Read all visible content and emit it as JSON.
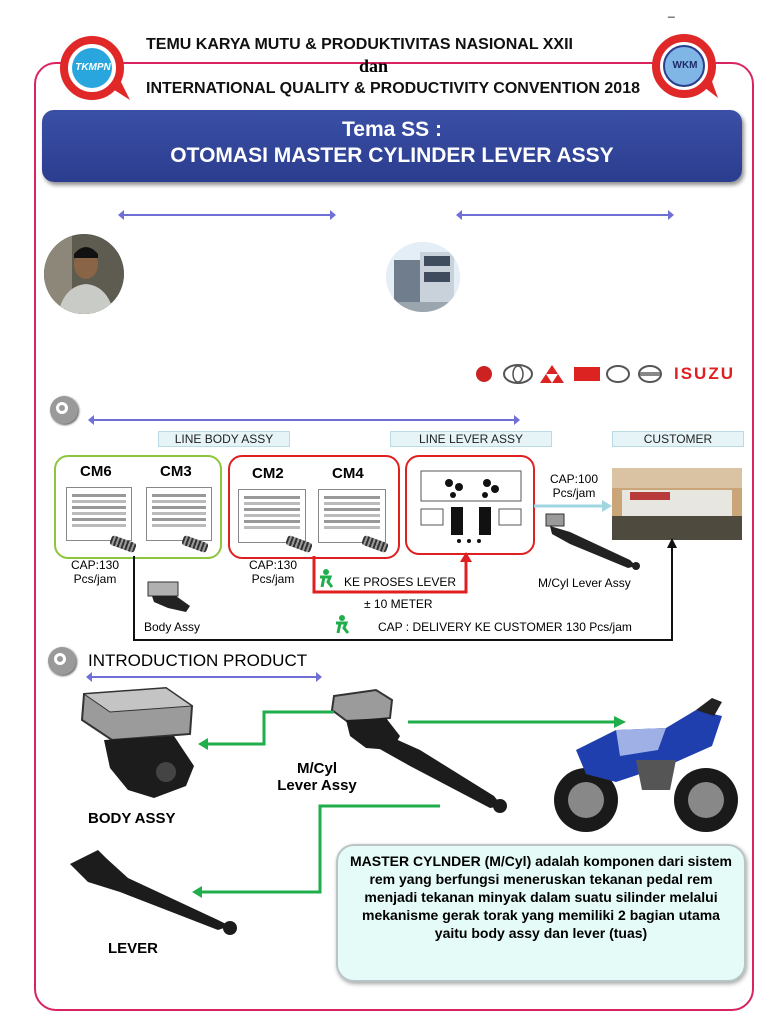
{
  "header": {
    "line1": "TEMU KARYA MUTU & PRODUKTIVITAS NASIONAL XXII",
    "dan": "dan",
    "line2": "INTERNATIONAL QUALITY & PRODUCTIVITY CONVENTION 2018",
    "logo_left_text": "TKMPN",
    "logo_right_text": "WKM",
    "dash": "_"
  },
  "banner": {
    "title": "Tema SS :",
    "subtitle": "OTOMASI MASTER CYLINDER LEVER ASSY"
  },
  "brands": {
    "isuzu": "ISUZU"
  },
  "flow": {
    "tags": [
      "LINE BODY ASSY",
      "LINE LEVER ASSY",
      "CUSTOMER"
    ],
    "cm6": "CM6",
    "cm3": "CM3",
    "cm2": "CM2",
    "cm4": "CM4",
    "cap_left": [
      "CAP:130",
      "Pcs/jam"
    ],
    "cap_mid": [
      "CAP:130",
      "Pcs/jam"
    ],
    "cap_right": [
      "CAP:100",
      "Pcs/jam"
    ],
    "ke_proses": "KE PROSES LEVER",
    "meter": "± 10 METER",
    "body_assy": "Body Assy",
    "mcyl_lever": "M/Cyl Lever Assy",
    "delivery": "CAP : DELIVERY KE CUSTOMER 130 Pcs/jam"
  },
  "intro": {
    "heading": "INTRODUCTION PRODUCT",
    "body_assy": "BODY ASSY",
    "mcyl": [
      "M/Cyl",
      "Lever Assy"
    ],
    "lever": "LEVER",
    "description": "MASTER CYLNDER (M/Cyl) adalah komponen dari sistem rem yang berfungsi meneruskan tekanan pedal rem menjadi tekanan minyak dalam suatu silinder melalui mekanisme gerak torak yang memiliki 2 bagian utama yaitu body assy dan lever (tuas)"
  },
  "colors": {
    "frame": "#d9245f",
    "banner": "#2f4296",
    "green_box": "#8cc63f",
    "red_box": "#e02020",
    "green_arrow": "#1fae4b",
    "accent_line": "#6f6fd6"
  }
}
